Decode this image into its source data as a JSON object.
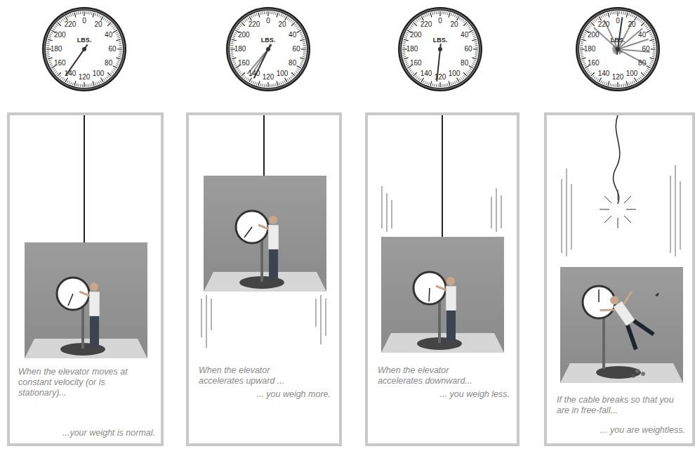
{
  "diagram": {
    "nodes": [
      {
        "text": [
          "0",
          "20",
          "40",
          "60",
          "80",
          "100",
          "120",
          "140",
          "160",
          "180",
          "200",
          "220",
          "LBS."
        ]
      },
      {
        "text": [
          "0",
          "20",
          "40",
          "60",
          "80",
          "100",
          "120",
          "140",
          "160",
          "180",
          "200",
          "220",
          "LBS."
        ]
      },
      {
        "text": [
          "0",
          "20",
          "40",
          "60",
          "80",
          "100",
          "120",
          "140",
          "160",
          "180",
          "200",
          "220",
          "LBS."
        ]
      },
      {
        "text": [
          "0",
          "20",
          "40",
          "60",
          "80",
          "100",
          "120",
          "140",
          "160",
          "180",
          "200",
          "220",
          "LBS."
        ]
      },
      {
        "text": [
          "When the elevator moves at constant velocity (or is stationary)...",
          "...your weight is normal."
        ]
      },
      {
        "text": [
          "When the elevator accelerates upward ...",
          "... you weigh more."
        ]
      },
      {
        "text": [
          "When the elevator accelerates downward...",
          "... you weigh less."
        ]
      },
      {
        "text": [
          "If the cable breaks so that you are in free-fall...",
          "... you are weightless."
        ]
      }
    ]
  }
}
